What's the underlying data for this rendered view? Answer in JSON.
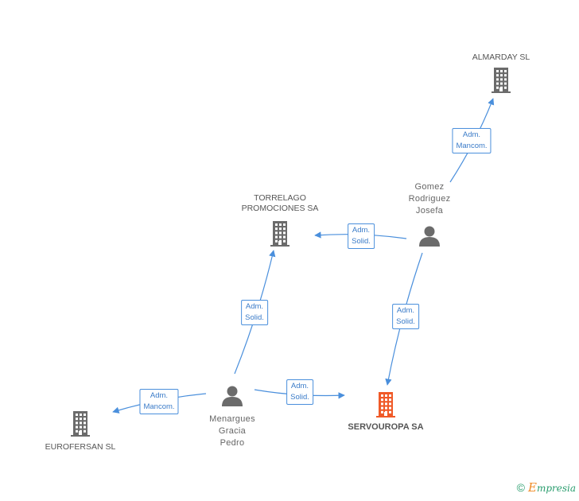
{
  "nodes": [
    {
      "id": "almarday",
      "label": "ALMARDAY SL",
      "kind": "company",
      "highlight": false
    },
    {
      "id": "torrelago",
      "label": "TORRELAGO\nPROMOCIONES SA",
      "kind": "company",
      "highlight": false
    },
    {
      "id": "gomez",
      "label": "Gomez\nRodriguez\nJosefa",
      "kind": "person",
      "highlight": false
    },
    {
      "id": "eurofersan",
      "label": "EUROFERSAN SL",
      "kind": "company",
      "highlight": false
    },
    {
      "id": "menargues",
      "label": "Menargues\nGracia\nPedro",
      "kind": "person",
      "highlight": false
    },
    {
      "id": "servouropa",
      "label": "SERVOUROPA SA",
      "kind": "company",
      "highlight": true
    }
  ],
  "edges": [
    {
      "from": "gomez",
      "to": "almarday",
      "label": "Adm.\nMancom."
    },
    {
      "from": "gomez",
      "to": "torrelago",
      "label": "Adm.\nSolid."
    },
    {
      "from": "gomez",
      "to": "servouropa",
      "label": "Adm.\nSolid."
    },
    {
      "from": "menargues",
      "to": "torrelago",
      "label": "Adm.\nSolid."
    },
    {
      "from": "menargues",
      "to": "eurofersan",
      "label": "Adm.\nMancom."
    },
    {
      "from": "menargues",
      "to": "servouropa",
      "label": "Adm.\nSolid."
    }
  ],
  "colors": {
    "edge": "#4a8fdc",
    "company": "#6b6b6b",
    "highlight": "#f05a28",
    "person": "#6b6b6b"
  },
  "footer": {
    "copyright": "©",
    "brand_first": "E",
    "brand_rest": "mpresia"
  }
}
